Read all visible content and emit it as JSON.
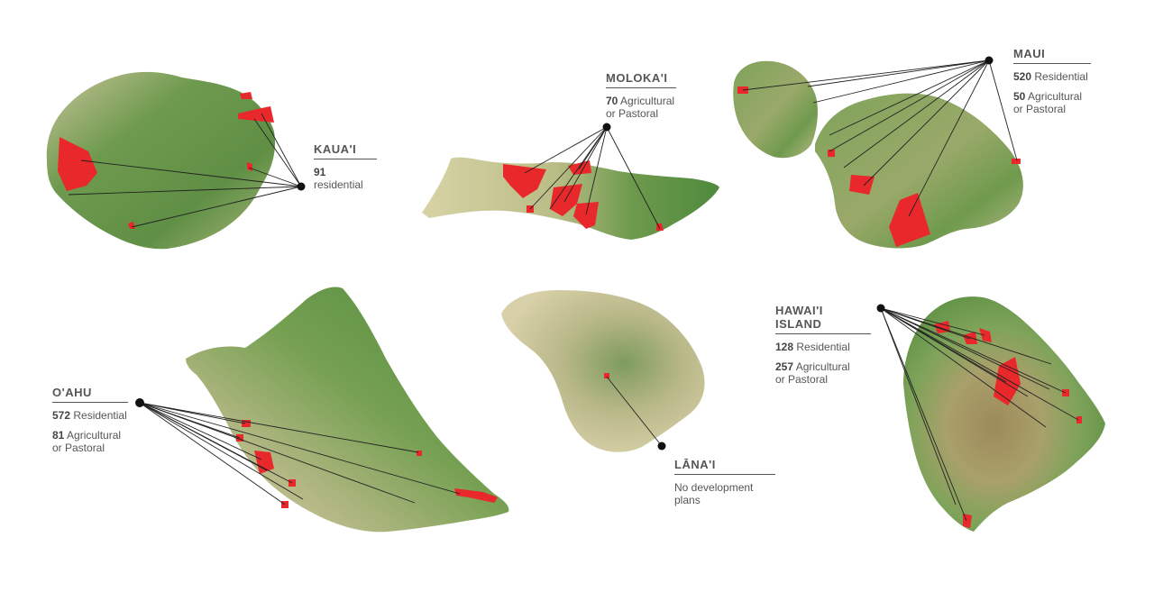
{
  "islands": {
    "kauai": {
      "name": "KAUA'I",
      "stats": [
        {
          "count": "91",
          "text": "residential"
        }
      ]
    },
    "molokai": {
      "name": "MOLOKA'I",
      "stats": [
        {
          "count": "70",
          "text": "Agricultural",
          "text2": "or Pastoral"
        }
      ]
    },
    "maui": {
      "name": "MAUI",
      "stats": [
        {
          "count": "520",
          "text": "Residential"
        },
        {
          "count": "50",
          "text": "Agricultural",
          "text2": "or Pastoral"
        }
      ]
    },
    "oahu": {
      "name": "O'AHU",
      "stats": [
        {
          "count": "572",
          "text": "Residential"
        },
        {
          "count": "81",
          "text": "Agricultural",
          "text2": "or Pastoral"
        }
      ]
    },
    "lanai": {
      "name": "LĀNA'I",
      "note": "No development plans"
    },
    "hawaii": {
      "name": "HAWAI'I ISLAND",
      "stats": [
        {
          "count": "128",
          "text": "Residential"
        },
        {
          "count": "257",
          "text": "Agricultural",
          "text2": "or Pastoral"
        }
      ]
    }
  },
  "colors": {
    "parcel": "#e8282b",
    "land_green": "#7fa35a",
    "land_light": "#c9c79a",
    "leader": "#222222"
  }
}
